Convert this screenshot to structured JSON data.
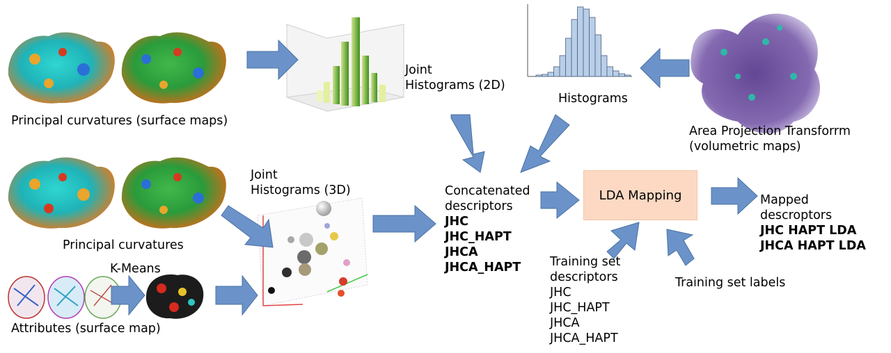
{
  "labels": {
    "principal_curvatures_maps": "Principal curvatures (surface maps)",
    "principal_curvatures": "Principal curvatures",
    "k_means": "K-Means",
    "attributes": "Attributes (surface map)",
    "joint_2d": [
      "Joint",
      "Histograms (2D)"
    ],
    "joint_3d": [
      "Joint",
      "Histograms (3D)"
    ],
    "histograms": "Histograms",
    "apt": [
      "Area Projection Transforrm",
      "(volumetric maps)"
    ],
    "concatenated": {
      "title": [
        "Concatenated",
        "descriptors"
      ],
      "items": [
        "JHC",
        "JHC_HAPT",
        "JHCA",
        "JHCA_HAPT"
      ]
    },
    "lda_mapping": "LDA Mapping",
    "mapped": {
      "title": [
        "Mapped",
        "descroptors"
      ],
      "items": [
        "JHC HAPT LDA",
        "JHCA HAPT LDA"
      ]
    },
    "training_descriptors": {
      "title": [
        "Training set",
        "descriptors"
      ],
      "items": [
        "JHC",
        "JHC_HAPT",
        "JHCA",
        "JHCA_HAPT"
      ]
    },
    "training_labels": "Training set labels"
  },
  "icons": [
    "protein-surface-image",
    "bar-histogram-image",
    "joint-histogram-2d-image",
    "joint-histogram-3d-image",
    "volumetric-map-image",
    "arrow"
  ],
  "colors": {
    "arrow_fill": "#6b93c9",
    "arrow_stroke": "#4a70a3",
    "lda_box": "#fdd9c4",
    "hist_bar": "#b9cfe8"
  },
  "histogram_bars": [
    2,
    3,
    6,
    14,
    30,
    55,
    82,
    100,
    97,
    85,
    60,
    30,
    14,
    8,
    4,
    2
  ]
}
